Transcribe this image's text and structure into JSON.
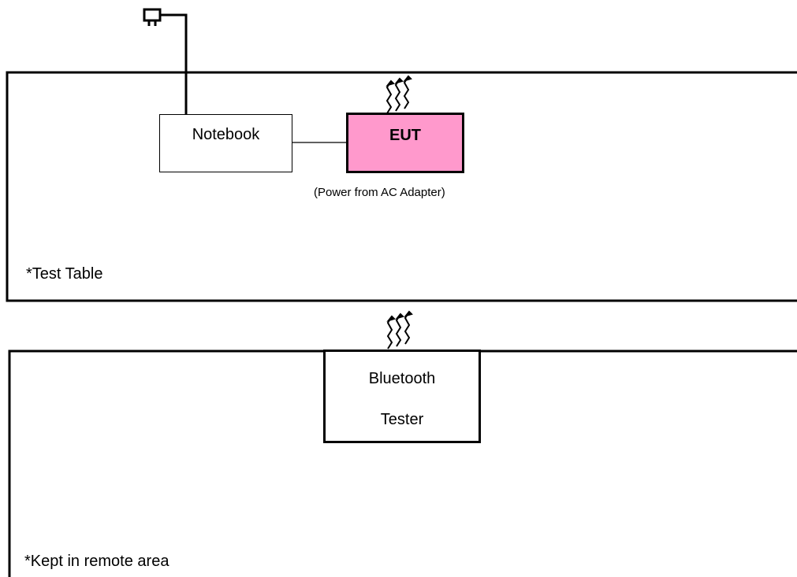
{
  "diagram": {
    "notebook_label": "Notebook",
    "eut_label": "EUT",
    "power_note": "(Power from AC Adapter)",
    "test_table_label": "*Test Table",
    "tester_line1": "Bluetooth",
    "tester_line2": "Tester",
    "remote_label": "*Kept in remote area"
  },
  "colors": {
    "eut_fill": "#ff99cc",
    "line": "#000000"
  }
}
